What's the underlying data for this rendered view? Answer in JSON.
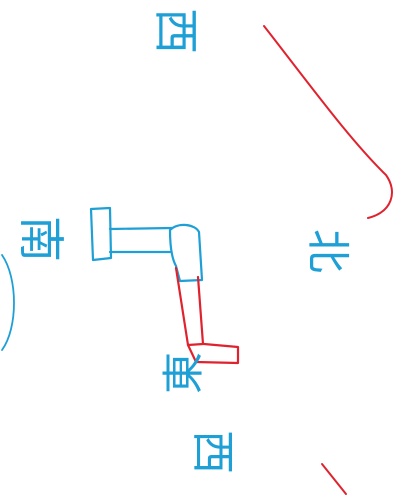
{
  "labels": {
    "top": "西",
    "left": "南",
    "right": "北",
    "middle": "東",
    "bottom": "西"
  },
  "colors": {
    "blue_ink": "#1e9fd6",
    "red_ink": "#e0222e",
    "paper": "#ffffff"
  }
}
